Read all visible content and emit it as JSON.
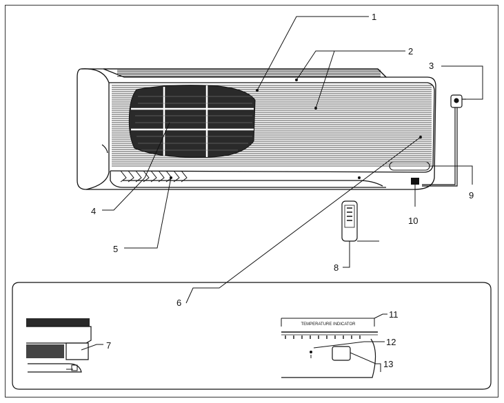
{
  "diagram": {
    "callouts": [
      {
        "id": "1",
        "label": "1"
      },
      {
        "id": "2",
        "label": "2"
      },
      {
        "id": "3",
        "label": "3"
      },
      {
        "id": "4",
        "label": "4"
      },
      {
        "id": "5",
        "label": "5"
      },
      {
        "id": "6",
        "label": "6"
      },
      {
        "id": "7",
        "label": "7"
      },
      {
        "id": "8",
        "label": "8"
      },
      {
        "id": "9",
        "label": "9"
      },
      {
        "id": "10",
        "label": "10"
      },
      {
        "id": "11",
        "label": "11"
      },
      {
        "id": "12",
        "label": "12"
      },
      {
        "id": "13",
        "label": "13"
      }
    ],
    "temperature_indicator_label": "TEMPERATURE INDICATOR"
  },
  "colors": {
    "line": "#111111",
    "grille_fill": "#2a2a2a",
    "background": "#ffffff"
  }
}
